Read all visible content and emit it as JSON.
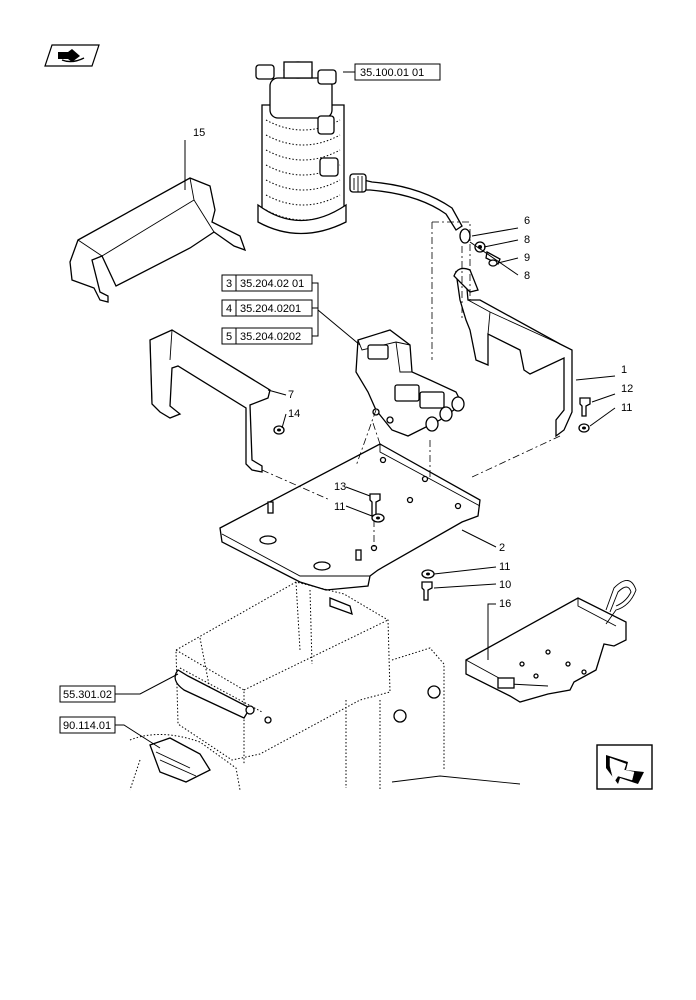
{
  "references": {
    "filter": "35.100.01 01",
    "valve_ref_1": {
      "index": "3",
      "code": "35.204.02 01"
    },
    "valve_ref_2": {
      "index": "4",
      "code": "35.204.0201"
    },
    "valve_ref_3": {
      "index": "5",
      "code": "35.204.0202"
    },
    "chassis_ref_1": "55.301.02",
    "chassis_ref_2": "90.114.01"
  },
  "callouts": {
    "p1": "1",
    "p2": "2",
    "p6": "6",
    "p7": "7",
    "p8a": "8",
    "p8b": "8",
    "p9": "9",
    "p10": "10",
    "p11a": "11",
    "p11b": "11",
    "p11c": "11",
    "p12": "12",
    "p13": "13",
    "p14": "14",
    "p15": "15",
    "p16": "16"
  },
  "icons": {
    "top_left": "book-arrow-icon",
    "bottom_right": "next-page-arrow-icon"
  }
}
